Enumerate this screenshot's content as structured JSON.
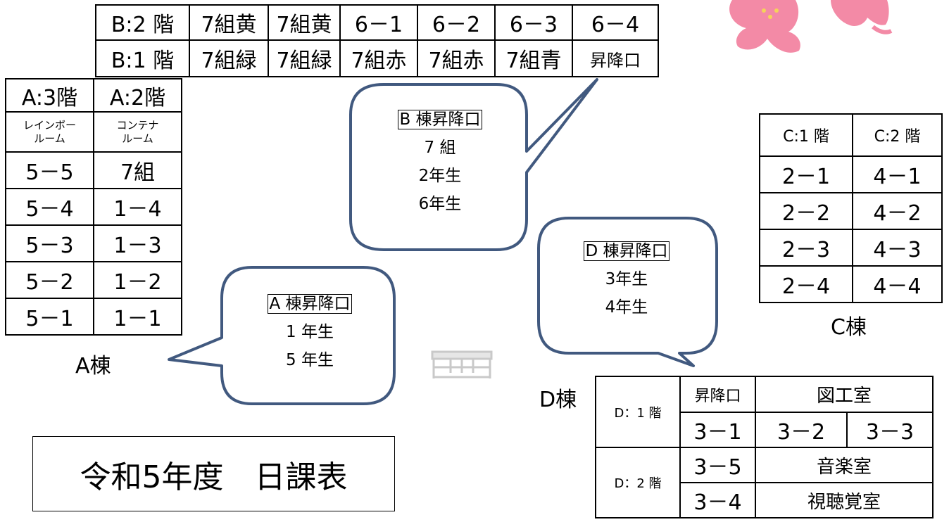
{
  "title": "令和5年度　日課表",
  "building_b": {
    "rows": [
      [
        "B:2 階",
        "7組黄",
        "7組黄",
        "6－1",
        "6－2",
        "6－3",
        "6－4"
      ],
      [
        "B:1 階",
        "7組緑",
        "7組緑",
        "7組赤",
        "7組赤",
        "7組青",
        "昇降口"
      ]
    ]
  },
  "building_a": {
    "label": "A棟",
    "headers": [
      "A:3階",
      "A:2階"
    ],
    "rooms": [
      "レインボー\nルーム",
      "コンテナ\nルーム"
    ],
    "rows": [
      [
        "5－5",
        "7組"
      ],
      [
        "5－4",
        "1－4"
      ],
      [
        "5－3",
        "1－3"
      ],
      [
        "5－2",
        "1－2"
      ],
      [
        "5－1",
        "1－1"
      ]
    ]
  },
  "building_c": {
    "label": "C棟",
    "headers": [
      "C:1 階",
      "C:2 階"
    ],
    "rows": [
      [
        "2－1",
        "4－1"
      ],
      [
        "2－2",
        "4－2"
      ],
      [
        "2－3",
        "4－3"
      ],
      [
        "2－4",
        "4－4"
      ]
    ]
  },
  "building_d": {
    "label": "D棟",
    "floor1": "D：1 階",
    "floor2": "D：2 階",
    "r1": [
      "昇降口",
      "図工室"
    ],
    "r2": [
      "3－1",
      "3－2",
      "3－3"
    ],
    "r3": [
      "3－5",
      "音楽室"
    ],
    "r4": [
      "3－4",
      "視聴覚室"
    ]
  },
  "bubbles": {
    "b": {
      "title": "B 棟昇降口",
      "lines": [
        "7 組",
        "2年生",
        "6年生"
      ]
    },
    "a": {
      "title": "A 棟昇降口",
      "lines": [
        "1 年生",
        "5 年生"
      ]
    },
    "d": {
      "title": "D 棟昇降口",
      "lines": [
        "3年生",
        "4年生"
      ]
    }
  },
  "colors": {
    "bubble_stroke": "#41597f",
    "blossom": "#f38aa6",
    "blossom_center": "#f5d25a",
    "bench": "#c9c9c9"
  }
}
